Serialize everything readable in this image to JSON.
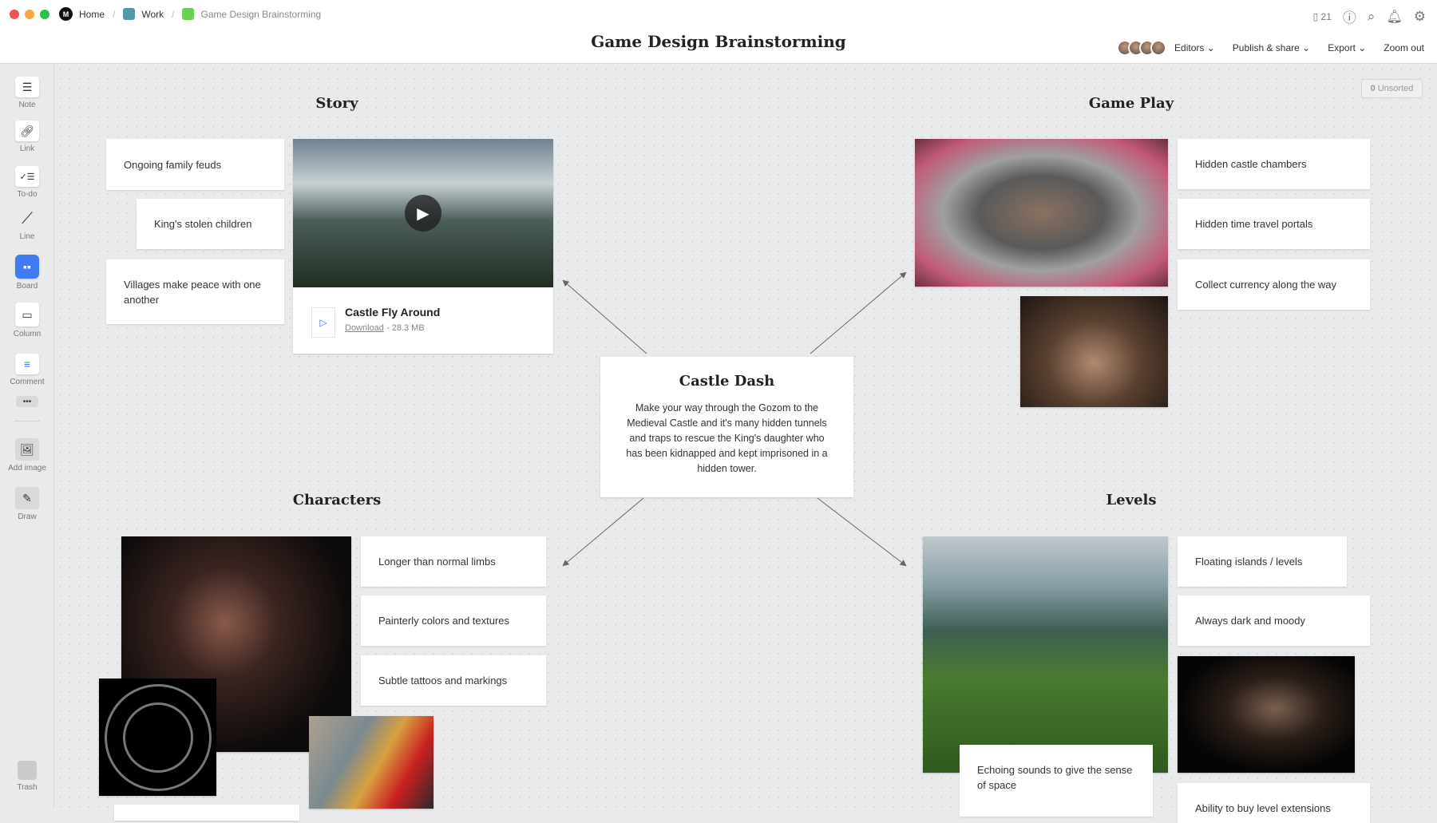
{
  "breadcrumbs": [
    {
      "label": "Home",
      "color": "#111111"
    },
    {
      "label": "Work",
      "color": "#5596ad"
    },
    {
      "label": "Game Design Brainstorming",
      "color": "#6dcf54"
    }
  ],
  "title": "Game Design Brainstorming",
  "top_icons": {
    "device_count": "21"
  },
  "menu": {
    "editors": "Editors ⌄",
    "publish": "Publish & share ⌄",
    "export": "Export ⌄",
    "zoom": "Zoom out"
  },
  "sidebar": [
    {
      "label": "Note",
      "icon": "note-icon"
    },
    {
      "label": "Link",
      "icon": "link-icon"
    },
    {
      "label": "To-do",
      "icon": "todo-icon"
    },
    {
      "label": "Line",
      "icon": "line-icon"
    },
    {
      "label": "Board",
      "icon": "board-icon"
    },
    {
      "label": "Column",
      "icon": "column-icon"
    },
    {
      "label": "Comment",
      "icon": "comment-icon"
    },
    {
      "label": "Add image",
      "icon": "image-icon"
    },
    {
      "label": "Draw",
      "icon": "pencil-icon"
    },
    {
      "label": "Trash",
      "icon": "trash-icon"
    }
  ],
  "unsorted": {
    "count": "0",
    "label": "Unsorted"
  },
  "sections": {
    "story": "Story",
    "gameplay": "Game Play",
    "characters": "Characters",
    "levels": "Levels"
  },
  "story_notes": [
    "Ongoing family feuds",
    "King's stolen children",
    "Villages make peace with one another"
  ],
  "video": {
    "title": "Castle Fly Around",
    "download": "Download",
    "size": "- 28.3 MB"
  },
  "center": {
    "title": "Castle Dash",
    "body": "Make your way through the Gozom to the Medieval Castle and it's many hidden tunnels and traps to rescue the King's daughter who has been kidnapped and kept imprisoned in a hidden tower."
  },
  "gameplay_notes": [
    "Hidden castle chambers",
    "Hidden time travel portals",
    "Collect currency along the way"
  ],
  "character_notes": [
    "Longer than normal limbs",
    "Painterly colors and textures",
    "Subtle tattoos and markings"
  ],
  "level_notes": [
    "Floating islands / levels",
    "Always dark and moody",
    "Echoing sounds to give the sense of space",
    "Ability to buy level extensions"
  ]
}
